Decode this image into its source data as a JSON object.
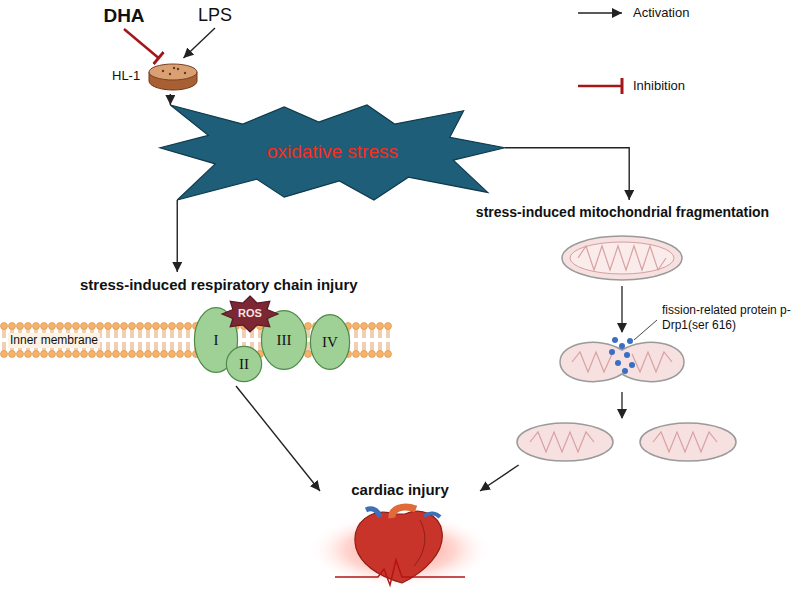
{
  "diagram": {
    "nodes": [
      {
        "text": [
          "DHA"
        ]
      },
      {
        "text": [
          "LPS"
        ]
      },
      {
        "text": [
          "HL-1"
        ]
      },
      {
        "text": [
          "oxidative stress"
        ]
      },
      {
        "text": [
          "stress-induced respiratory chain injury"
        ]
      },
      {
        "text": [
          "I"
        ],
        "in": 4
      },
      {
        "text": [
          "ROS"
        ],
        "in": 4
      },
      {
        "text": [
          "II"
        ],
        "in": 4
      },
      {
        "text": [
          "III"
        ],
        "in": 4
      },
      {
        "text": [
          "IV"
        ],
        "in": 4
      },
      {
        "text": [
          "stress-induced mitochondrial fragmentation"
        ]
      },
      {
        "text": [
          "cardiac injury"
        ]
      }
    ],
    "edges": [
      {
        "from": 0,
        "to": 2,
        "arrow": "to"
      },
      {
        "from": 1,
        "to": 2,
        "arrow": "to"
      },
      {
        "from": 2,
        "to": 3,
        "arrow": "to"
      },
      {
        "from": 3,
        "to": 4,
        "arrow": "to"
      },
      {
        "from": 3,
        "to": 10,
        "arrow": "to"
      },
      {
        "from": 4,
        "to": 11,
        "arrow": "to"
      },
      {
        "from": 10,
        "to": 11,
        "arrow": "to"
      }
    ],
    "labels": [
      "Inner membrane",
      "fission-related protein p-Drp1(ser 616)"
    ],
    "legend": [
      {
        "text": "Activation"
      },
      {
        "text": "Inhibition"
      }
    ]
  }
}
